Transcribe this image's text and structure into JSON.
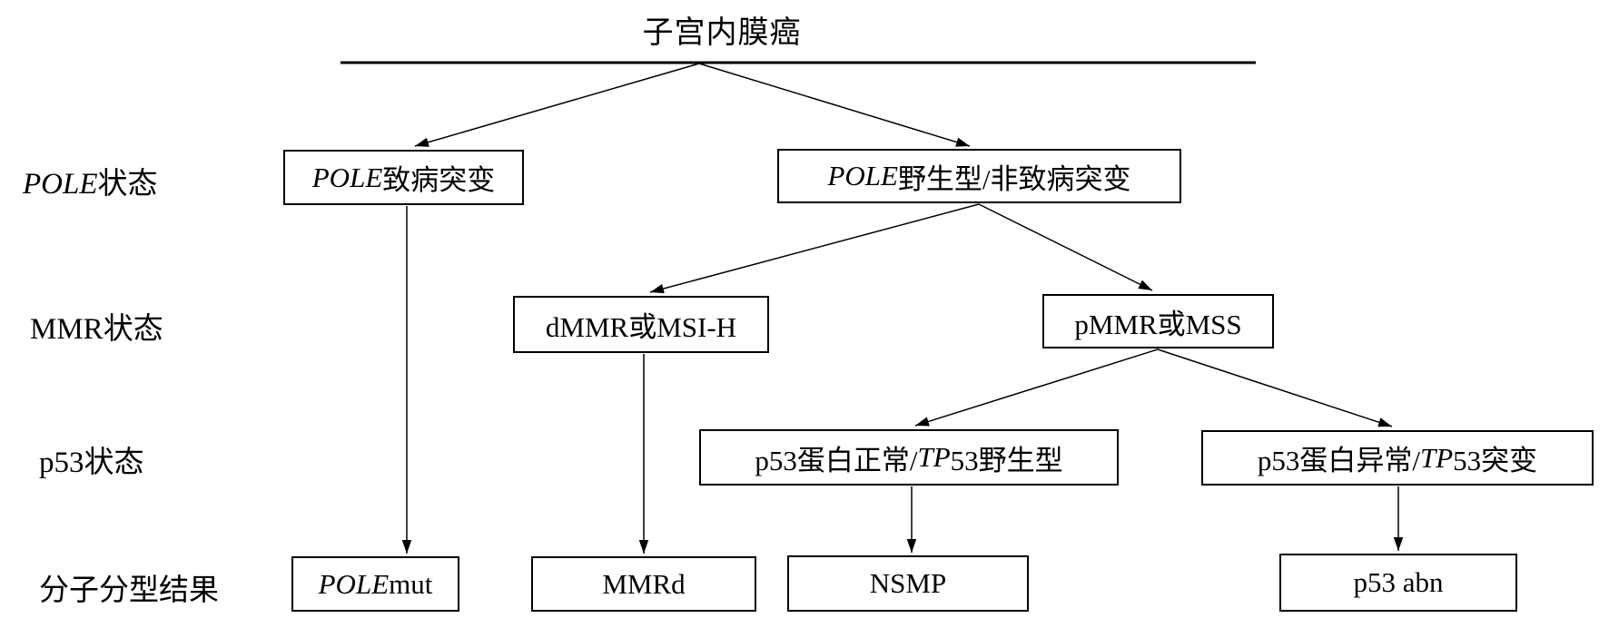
{
  "diagram": {
    "title": "子宫内膜癌",
    "row_labels": [
      {
        "id": "pole-status",
        "text": "POLE状态",
        "segments": [
          {
            "text": "POLE",
            "italic": true
          },
          {
            "text": "状态",
            "italic": false
          }
        ]
      },
      {
        "id": "mmr-status",
        "text": "MMR状态",
        "segments": [
          {
            "text": "MMR状态",
            "italic": false
          }
        ]
      },
      {
        "id": "p53-status",
        "text": "p53状态",
        "segments": [
          {
            "text": "p53状态",
            "italic": false
          }
        ]
      },
      {
        "id": "molecular-result",
        "text": "分子分型结果",
        "segments": [
          {
            "text": "分子分型结果",
            "italic": false
          }
        ]
      }
    ],
    "boxes": [
      {
        "id": "pole-pathogenic",
        "text": "POLE致病突变",
        "segments": [
          {
            "text": "POLE",
            "italic": true
          },
          {
            "text": "致病突变",
            "italic": false
          }
        ]
      },
      {
        "id": "pole-wildtype",
        "text": "POLE野生型/非致病突变",
        "segments": [
          {
            "text": "POLE",
            "italic": true
          },
          {
            "text": "野生型/非致病突变",
            "italic": false
          }
        ]
      },
      {
        "id": "dmmr-msih",
        "text": "dMMR或MSI-H",
        "segments": [
          {
            "text": "dMMR或MSI-H",
            "italic": false
          }
        ]
      },
      {
        "id": "pmmr-mss",
        "text": "pMMR或MSS",
        "segments": [
          {
            "text": "pMMR或MSS",
            "italic": false
          }
        ]
      },
      {
        "id": "p53-normal",
        "text": "p53蛋白正常/TP53野生型",
        "segments": [
          {
            "text": "p53蛋白正常/",
            "italic": false
          },
          {
            "text": "TP",
            "italic": true
          },
          {
            "text": "53野生型",
            "italic": false
          }
        ]
      },
      {
        "id": "p53-abnormal",
        "text": "p53蛋白异常/TP53突变",
        "segments": [
          {
            "text": "p53蛋白异常/",
            "italic": false
          },
          {
            "text": "TP",
            "italic": true
          },
          {
            "text": "53突变",
            "italic": false
          }
        ]
      },
      {
        "id": "pole-mut",
        "text": "POLE mut",
        "segments": [
          {
            "text": "POLE",
            "italic": true
          },
          {
            "text": " mut",
            "italic": false
          }
        ]
      },
      {
        "id": "mmrd",
        "text": "MMRd",
        "segments": [
          {
            "text": "MMRd",
            "italic": false
          }
        ]
      },
      {
        "id": "nsmp",
        "text": "NSMP",
        "segments": [
          {
            "text": "NSMP",
            "italic": false
          }
        ]
      },
      {
        "id": "p53-abn",
        "text": "p53 abn",
        "segments": [
          {
            "text": "p53 abn",
            "italic": false
          }
        ]
      }
    ],
    "edges": [
      {
        "from": "endometrial-cancer",
        "to": "pole-pathogenic"
      },
      {
        "from": "endometrial-cancer",
        "to": "pole-wildtype"
      },
      {
        "from": "pole-pathogenic",
        "to": "pole-mut"
      },
      {
        "from": "pole-wildtype",
        "to": "dmmr-msih"
      },
      {
        "from": "pole-wildtype",
        "to": "pmmr-mss"
      },
      {
        "from": "dmmr-msih",
        "to": "mmrd"
      },
      {
        "from": "pmmr-mss",
        "to": "p53-normal"
      },
      {
        "from": "pmmr-mss",
        "to": "p53-abnormal"
      },
      {
        "from": "p53-normal",
        "to": "nsmp"
      },
      {
        "from": "p53-abnormal",
        "to": "p53-abn"
      }
    ]
  },
  "colors": {
    "line": "#000000",
    "text": "#000000",
    "background": "#ffffff"
  }
}
